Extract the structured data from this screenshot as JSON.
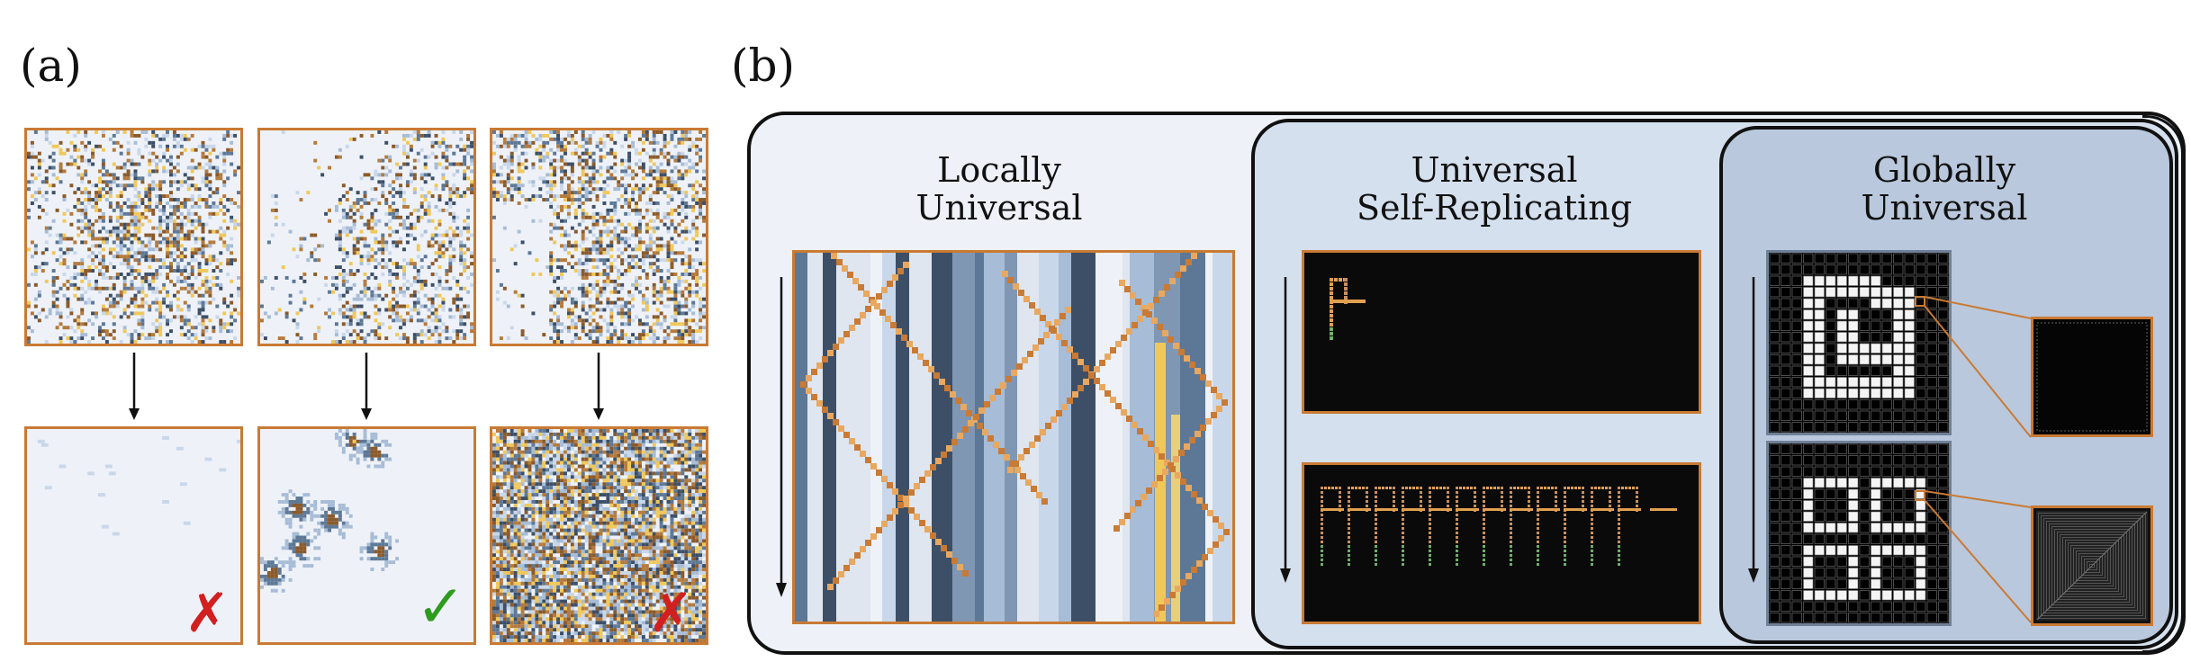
{
  "panel_a": {
    "label": "(a)",
    "outcome_fail_mark": "✗",
    "outcome_success_mark": "✓",
    "colors": {
      "fail": "#d21f1f",
      "success": "#2e9b1f",
      "border": "#c97a34"
    }
  },
  "panel_b": {
    "label": "(b)",
    "sections": [
      {
        "title_line1": "Locally",
        "title_line2": "Universal"
      },
      {
        "title_line1": "Universal",
        "title_line2": "Self-Replicating"
      },
      {
        "title_line1": "Globally",
        "title_line2": "Universal"
      }
    ],
    "colors": {
      "bg1": "#eef2f8",
      "bg2": "#d5e0ee",
      "bg3": "#b9c8dc",
      "accent": "#c97a34"
    }
  }
}
